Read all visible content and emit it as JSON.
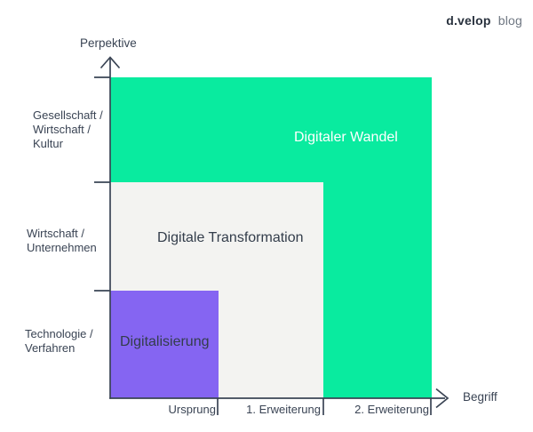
{
  "logo": {
    "brand": "d.velop",
    "suffix": "blog"
  },
  "colors": {
    "ink": "#3A4454",
    "green": "#09EB9F",
    "gray": "#F3F3F1",
    "purple": "#8565F2",
    "white": "#FFFFFF"
  },
  "diagram": {
    "y_axis": {
      "title": "Perpektive",
      "categories": [
        "Gesellschaft /\nWirtschaft /\nKultur",
        "Wirtschaft /\nUnternehmen",
        "Technologie /\nVerfahren"
      ]
    },
    "x_axis": {
      "title": "Begriff",
      "categories": [
        "Ursprung",
        "1. Erweiterung",
        "2. Erweiterung"
      ]
    },
    "layers": [
      {
        "label": "Digitaler Wandel",
        "color": "#09EB9F",
        "text_color": "#FFFFFF"
      },
      {
        "label": "Digitale Transformation",
        "color": "#F3F3F1",
        "text_color": "#333D4B"
      },
      {
        "label": "Digitalisierung",
        "color": "#8565F2",
        "text_color": "#333D4B"
      }
    ]
  }
}
